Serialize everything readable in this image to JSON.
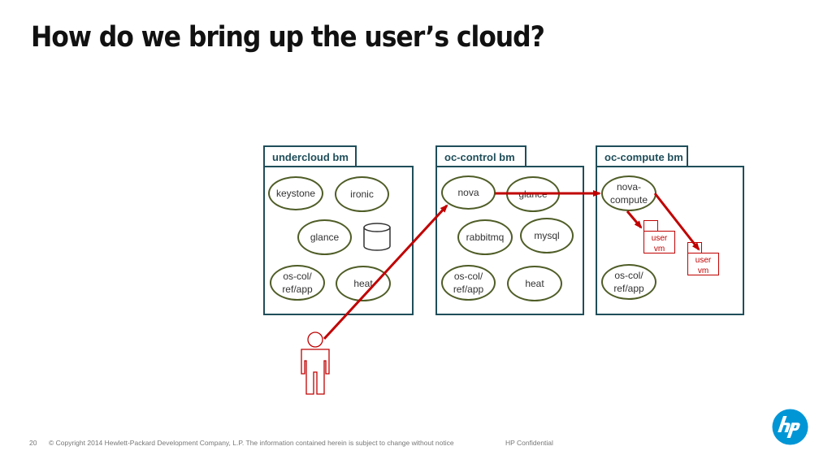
{
  "title": "How do we bring up the user’s cloud?",
  "panels": {
    "undercloud": {
      "label": "undercloud bm",
      "nodes": {
        "keystone": "keystone",
        "ironic": "ironic",
        "glance": "glance",
        "oscol": "os-col/\nref/app",
        "heat": "heat"
      }
    },
    "control": {
      "label": "oc-control bm",
      "nodes": {
        "nova": "nova",
        "glance": "glance",
        "rabbitmq": "rabbitmq",
        "mysql": "mysql",
        "oscol": "os-col/\nref/app",
        "heat": "heat"
      }
    },
    "compute": {
      "label": "oc-compute bm",
      "nodes": {
        "novacompute": "nova-\ncompute",
        "oscol": "os-col/\nref/app"
      },
      "vms": [
        "user\nvm",
        "user\nvm"
      ]
    }
  },
  "colors": {
    "panel_border": "#1f4e5a",
    "node_border": "#4f5d27",
    "arrow": "#c00000",
    "hp_logo": "#0096d6"
  },
  "icons": {
    "database": "database-icon",
    "user": "user-icon",
    "logo": "hp-logo-icon"
  },
  "footer": {
    "page_number": "20",
    "copyright": "© Copyright 2014 Hewlett-Packard Development Company, L.P.  The information contained herein is subject to change without notice",
    "confidential": "HP Confidential"
  }
}
